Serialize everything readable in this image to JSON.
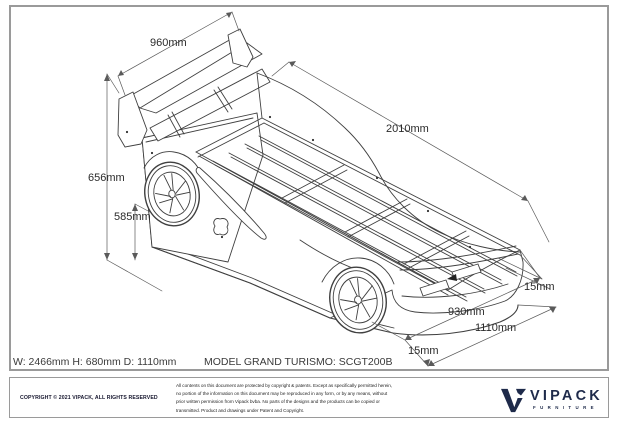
{
  "drawing": {
    "dimensions": {
      "spoiler_width": "960mm",
      "bed_length": "2010mm",
      "total_height": "656mm",
      "body_height": "585mm",
      "edge_right": "15mm",
      "inner_width": "930mm",
      "outer_width": "1110mm",
      "edge_bottom": "15mm"
    },
    "specs": "W: 2466mm H: 680mm D: 1110mm",
    "model": "MODEL GRAND TURISMO: SCGT200B"
  },
  "footer": {
    "copyright": "COPYRIGHT © 2021 VIPACK, ALL RIGHTS RESERVED",
    "legal": {
      "line1": "All contents on this document are protected by copyright & patents. Except as specifically permitted herein,",
      "line2": "no portion of the information on this document may be reproduced in any form, or by any means, without",
      "line3": "prior written permission from Vipack bvba. No parts of the designs and the products can be copied or",
      "line4": "transmitted. Product and drawings under Patent and Copyright."
    },
    "logo": {
      "name": "VIPACK",
      "subtitle": "FURNITURE",
      "color": "#1e2a4a"
    }
  },
  "colors": {
    "line": "#404040",
    "dim_line": "#5a5a5a",
    "frame": "#9a9a9a"
  }
}
